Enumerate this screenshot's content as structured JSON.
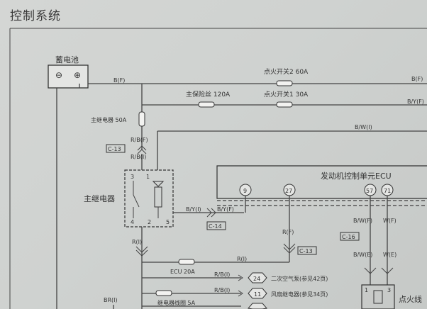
{
  "page_title": "控制系统",
  "battery": {
    "label": "蓄电池",
    "minus": "⊖",
    "plus": "⊕"
  },
  "wires": {
    "bat_out": "B(F)",
    "top_right_1": "B(F)",
    "top_right_2": "B/Y(F)",
    "relay_in_1": "R/B(F)",
    "relay_in_2": "R/B(I)",
    "bw_line": "B/W(I)",
    "relay_out_1": "B/Y(I)",
    "relay_out_2": "B/Y(F)",
    "ecu_rf": "R(F)",
    "relay_r": "R(I)",
    "ecu_line_r": "R(I)",
    "bw_f": "B/W(F)",
    "w_f": "W(F)",
    "bw_e": "B/W(E)",
    "w_e": "W(E)",
    "rb1": "R/B(I)",
    "rb2": "R/B(I)",
    "br": "BR(I)"
  },
  "fuses": {
    "ign2": "点火开关2  60A",
    "main_fuse": "主保险丝  120A",
    "ign1": "点火开关1  30A",
    "main_relay_fuse": "主继电器  50A",
    "ecu_fuse": "ECU 20A",
    "relay_coil_fuse": "继电器线圈  5A"
  },
  "connectors": {
    "c13a": "C-13",
    "c14": "C-14",
    "c13b": "C-13",
    "c16": "C-16"
  },
  "relay": {
    "label": "主继电器",
    "pins": {
      "p3": "3",
      "p1": "1",
      "p4": "4",
      "p2": "2",
      "p5": "5"
    }
  },
  "ecu": {
    "title": "发动机控制单元ECU",
    "pins": {
      "p9": "9",
      "p27": "27",
      "p57": "57",
      "p71": "71"
    }
  },
  "refs": {
    "r24": {
      "num": "24",
      "text": "二次空气泵(参见42页)"
    },
    "r11": {
      "num": "11",
      "text": "风扇继电器(参见34页)"
    }
  },
  "ignition": {
    "label": "点火线",
    "pin1": "1",
    "pin3": "3"
  }
}
